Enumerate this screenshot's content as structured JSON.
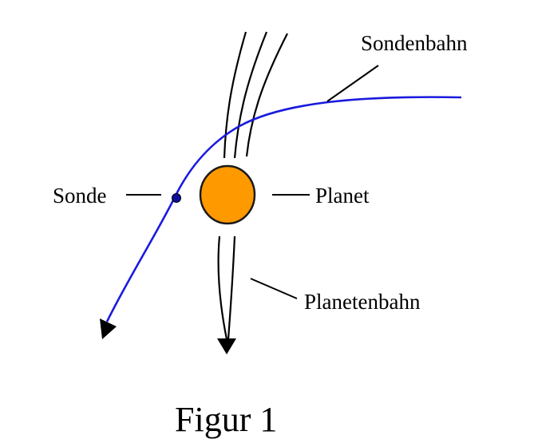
{
  "labels": {
    "probe_path": "Sondenbahn",
    "probe": "Sonde",
    "planet": "Planet",
    "planet_path": "Planetenbahn"
  },
  "caption": "Figur 1",
  "colors": {
    "probe_path": "#1a1adf",
    "probe": "#10109a",
    "planet_fill": "#ff9900",
    "planet_stroke": "#1a1a1a",
    "lines": "#000000"
  },
  "icons": {
    "probe_marker": "filled-dot",
    "path_arrowheads": "triangle-arrowhead"
  }
}
